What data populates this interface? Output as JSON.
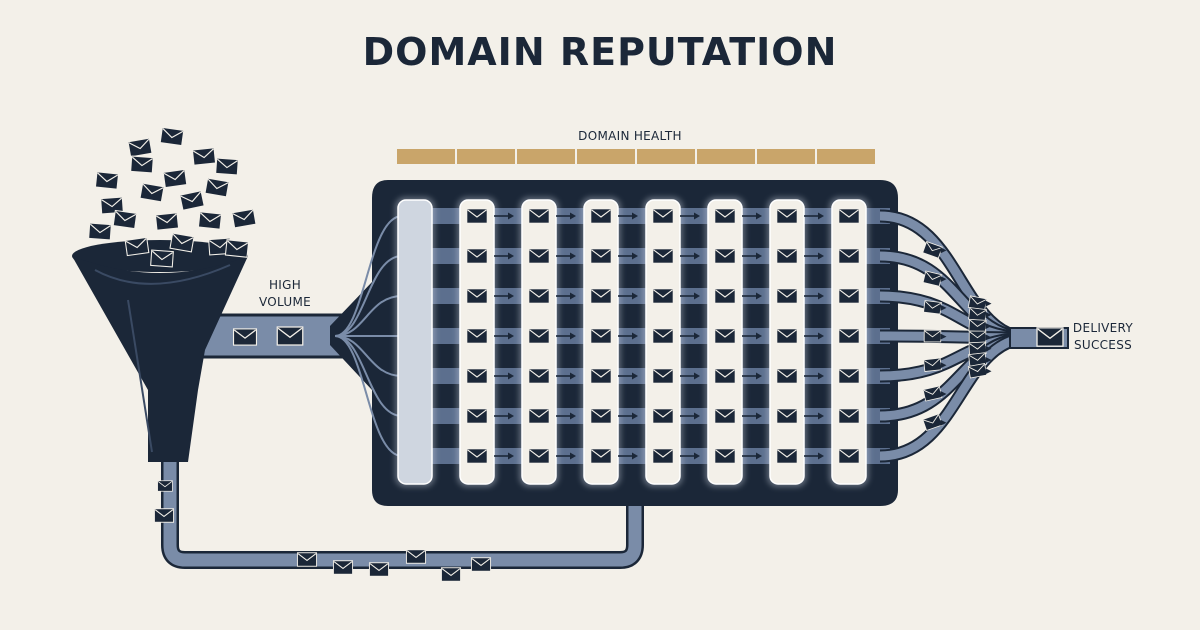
{
  "title": "DOMAIN REPUTATION",
  "health_bar": {
    "label": "DOMAIN HEALTH",
    "segments": 8
  },
  "input_label": [
    "HIGH",
    "VOLUME"
  ],
  "output_label": [
    "DELIVERY",
    "SUCCESS"
  ],
  "filter": {
    "columns": 8,
    "rows": 7
  },
  "colors": {
    "background": "#f3f0e9",
    "navy": "#1b2738",
    "pipe": "#7a8ca8",
    "health_bar": "#c9a56a",
    "column_fill": "#f3f0e9"
  },
  "icons": [
    "envelope-icon",
    "funnel-icon",
    "arrow-icon"
  ]
}
